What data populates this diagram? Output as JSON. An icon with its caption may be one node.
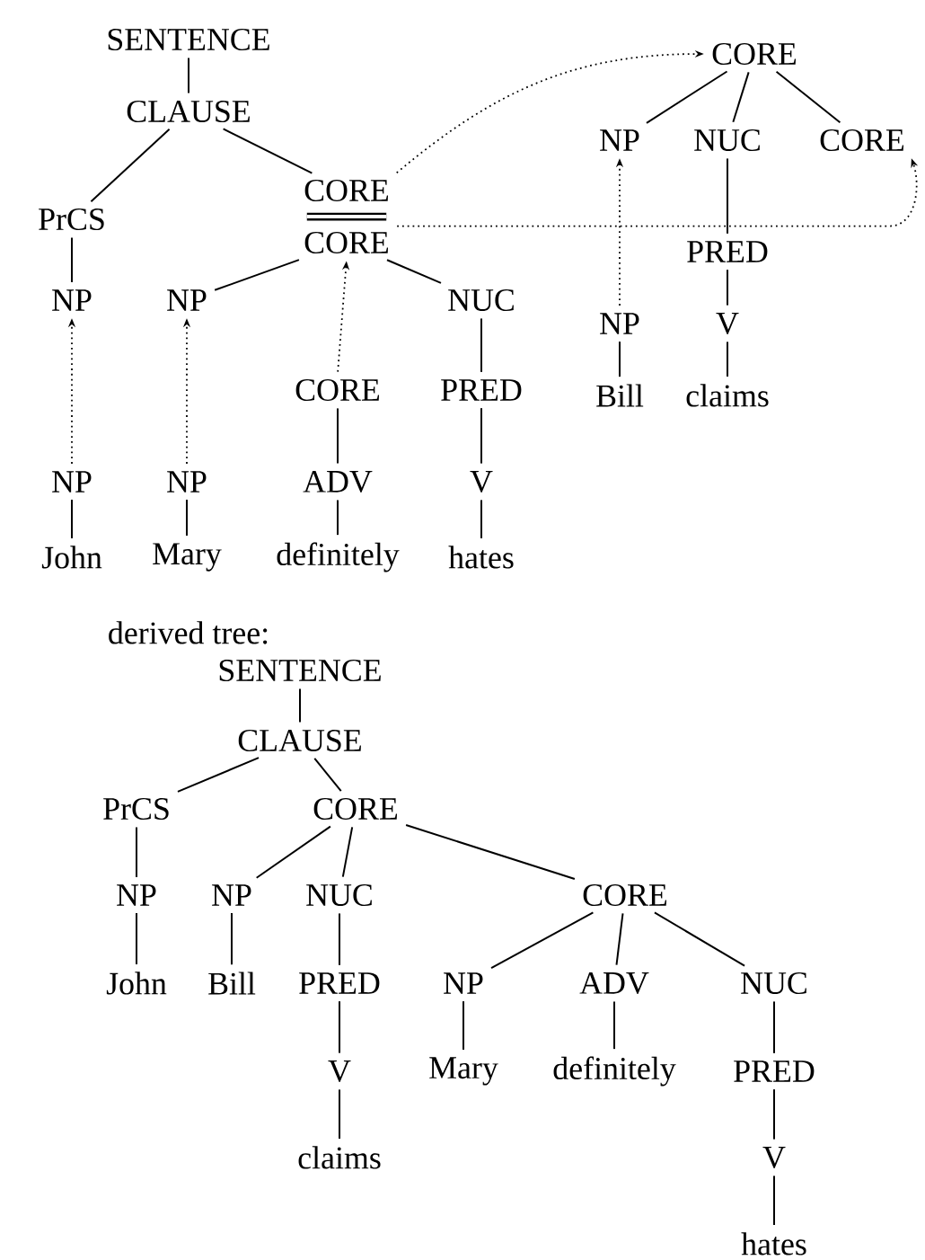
{
  "diagram": {
    "nodes": [
      {
        "text": [
          "SENTENCE"
        ]
      },
      {
        "text": [
          "CLAUSE"
        ]
      },
      {
        "text": [
          "PrCS"
        ]
      },
      {
        "text": [
          "CORE"
        ]
      },
      {
        "text": [
          "CORE"
        ]
      },
      {
        "text": [
          "NP"
        ]
      },
      {
        "text": [
          "NP"
        ]
      },
      {
        "text": [
          "NUC"
        ]
      },
      {
        "text": [
          "CORE"
        ]
      },
      {
        "text": [
          "PRED"
        ]
      },
      {
        "text": [
          "NP"
        ]
      },
      {
        "text": [
          "NP"
        ]
      },
      {
        "text": [
          "ADV"
        ]
      },
      {
        "text": [
          "V"
        ]
      },
      {
        "text": [
          "John"
        ]
      },
      {
        "text": [
          "Mary"
        ]
      },
      {
        "text": [
          "definitely"
        ]
      },
      {
        "text": [
          "hates"
        ]
      },
      {
        "text": [
          "CORE"
        ]
      },
      {
        "text": [
          "NP"
        ]
      },
      {
        "text": [
          "NUC"
        ]
      },
      {
        "text": [
          "CORE"
        ]
      },
      {
        "text": [
          "PRED"
        ]
      },
      {
        "text": [
          "NP"
        ]
      },
      {
        "text": [
          "V"
        ]
      },
      {
        "text": [
          "Bill"
        ]
      },
      {
        "text": [
          "claims"
        ]
      },
      {
        "text": [
          "SENTENCE"
        ]
      },
      {
        "text": [
          "CLAUSE"
        ]
      },
      {
        "text": [
          "PrCS"
        ]
      },
      {
        "text": [
          "CORE"
        ]
      },
      {
        "text": [
          "NP"
        ]
      },
      {
        "text": [
          "NP"
        ]
      },
      {
        "text": [
          "NUC"
        ]
      },
      {
        "text": [
          "CORE"
        ]
      },
      {
        "text": [
          "John"
        ]
      },
      {
        "text": [
          "Bill"
        ]
      },
      {
        "text": [
          "PRED"
        ]
      },
      {
        "text": [
          "NP"
        ]
      },
      {
        "text": [
          "ADV"
        ]
      },
      {
        "text": [
          "NUC"
        ]
      },
      {
        "text": [
          "V"
        ]
      },
      {
        "text": [
          "Mary"
        ]
      },
      {
        "text": [
          "definitely"
        ]
      },
      {
        "text": [
          "PRED"
        ]
      },
      {
        "text": [
          "claims"
        ]
      },
      {
        "text": [
          "V"
        ]
      },
      {
        "text": [
          "hates"
        ]
      }
    ],
    "edges": [
      {
        "from": 0,
        "to": 1,
        "arrow": "none"
      },
      {
        "from": 1,
        "to": 2,
        "arrow": "none"
      },
      {
        "from": 1,
        "to": 3,
        "arrow": "none"
      },
      {
        "from": 3,
        "to": 4,
        "arrow": "none",
        "style": "thick"
      },
      {
        "from": 2,
        "to": 5,
        "arrow": "none"
      },
      {
        "from": 4,
        "to": 6,
        "arrow": "none"
      },
      {
        "from": 4,
        "to": 7,
        "arrow": "none"
      },
      {
        "from": 7,
        "to": 9,
        "arrow": "none"
      },
      {
        "from": 9,
        "to": 13,
        "arrow": "none"
      },
      {
        "from": 13,
        "to": 17,
        "arrow": "none"
      },
      {
        "from": 8,
        "to": 12,
        "arrow": "none"
      },
      {
        "from": 12,
        "to": 16,
        "arrow": "none"
      },
      {
        "from": 10,
        "to": 14,
        "arrow": "none"
      },
      {
        "from": 11,
        "to": 15,
        "arrow": "none"
      },
      {
        "from": 10,
        "to": 5,
        "arrow": "to",
        "style": "dashed"
      },
      {
        "from": 11,
        "to": 6,
        "arrow": "to",
        "style": "dashed"
      },
      {
        "from": 8,
        "to": 4,
        "arrow": "to",
        "style": "dashed"
      },
      {
        "from": 3,
        "to": 18,
        "arrow": "to",
        "style": "dashed"
      },
      {
        "from": 4,
        "to": 21,
        "arrow": "to",
        "style": "dashed"
      },
      {
        "from": 23,
        "to": 19,
        "arrow": "to",
        "style": "dashed"
      },
      {
        "from": 18,
        "to": 19,
        "arrow": "none"
      },
      {
        "from": 18,
        "to": 20,
        "arrow": "none"
      },
      {
        "from": 18,
        "to": 21,
        "arrow": "none"
      },
      {
        "from": 20,
        "to": 22,
        "arrow": "none"
      },
      {
        "from": 22,
        "to": 24,
        "arrow": "none"
      },
      {
        "from": 24,
        "to": 26,
        "arrow": "none"
      },
      {
        "from": 23,
        "to": 25,
        "arrow": "none"
      },
      {
        "from": 27,
        "to": 28,
        "arrow": "none"
      },
      {
        "from": 28,
        "to": 29,
        "arrow": "none"
      },
      {
        "from": 28,
        "to": 30,
        "arrow": "none"
      },
      {
        "from": 29,
        "to": 31,
        "arrow": "none"
      },
      {
        "from": 30,
        "to": 32,
        "arrow": "none"
      },
      {
        "from": 30,
        "to": 33,
        "arrow": "none"
      },
      {
        "from": 30,
        "to": 34,
        "arrow": "none"
      },
      {
        "from": 31,
        "to": 35,
        "arrow": "none"
      },
      {
        "from": 32,
        "to": 36,
        "arrow": "none"
      },
      {
        "from": 33,
        "to": 37,
        "arrow": "none"
      },
      {
        "from": 37,
        "to": 41,
        "arrow": "none"
      },
      {
        "from": 41,
        "to": 45,
        "arrow": "none"
      },
      {
        "from": 34,
        "to": 38,
        "arrow": "none"
      },
      {
        "from": 34,
        "to": 39,
        "arrow": "none"
      },
      {
        "from": 34,
        "to": 40,
        "arrow": "none"
      },
      {
        "from": 38,
        "to": 42,
        "arrow": "none"
      },
      {
        "from": 39,
        "to": 43,
        "arrow": "none"
      },
      {
        "from": 40,
        "to": 44,
        "arrow": "none"
      },
      {
        "from": 44,
        "to": 46,
        "arrow": "none"
      },
      {
        "from": 46,
        "to": 47,
        "arrow": "none"
      }
    ],
    "labels": [
      "derived tree:"
    ]
  }
}
